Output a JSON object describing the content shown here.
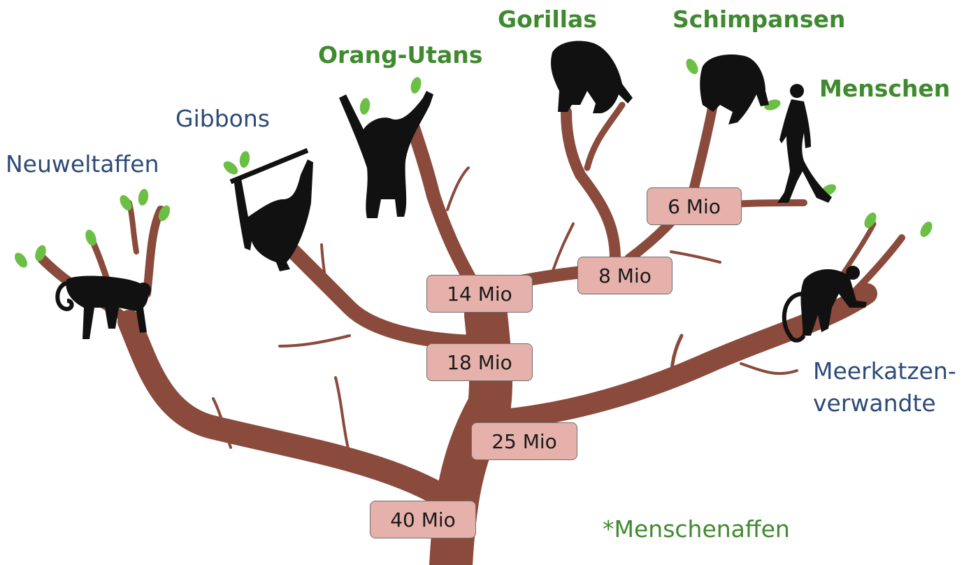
{
  "taxa": {
    "neuweltaffen": "Neuweltaffen",
    "gibbons": "Gibbons",
    "orang_utans": "Orang-Utans",
    "gorillas": "Gorillas",
    "schimpansen": "Schimpansen",
    "menschen": "Menschen",
    "meerkatzen_line1": "Meerkatzen-",
    "meerkatzen_line2": "verwandte"
  },
  "nodes": {
    "n40": "40 Mio",
    "n25": "25 Mio",
    "n18": "18 Mio",
    "n14": "14 Mio",
    "n8": "8 Mio",
    "n6": "6 Mio"
  },
  "legend": "*Menschenaffen",
  "colors": {
    "trunk": "#8a4a3c",
    "leaf": "#6cbf45",
    "node_fill": "#e6b1ab",
    "hominoid_label": "#3f8a2e",
    "other_label": "#2d4a78",
    "silhouette": "#111111"
  },
  "icons": [
    "new-world-monkey-silhouette",
    "gibbon-silhouette",
    "orangutan-silhouette",
    "gorilla-silhouette",
    "chimpanzee-silhouette",
    "human-silhouette",
    "old-world-monkey-silhouette"
  ]
}
